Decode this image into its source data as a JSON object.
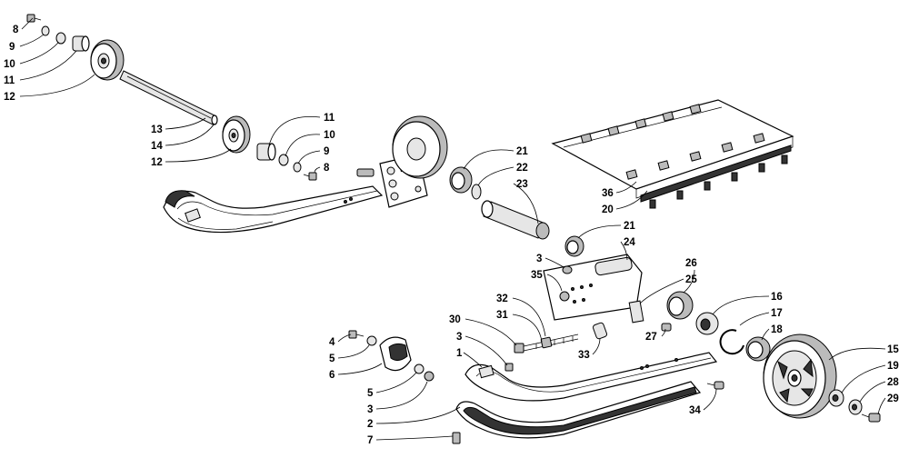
{
  "callouts": [
    {
      "id": "c8a",
      "text": "8"
    },
    {
      "id": "c9a",
      "text": "9"
    },
    {
      "id": "c10a",
      "text": "10"
    },
    {
      "id": "c11a",
      "text": "11"
    },
    {
      "id": "c12a",
      "text": "12"
    },
    {
      "id": "c13",
      "text": "13"
    },
    {
      "id": "c14",
      "text": "14"
    },
    {
      "id": "c12b",
      "text": "12"
    },
    {
      "id": "c11b",
      "text": "11"
    },
    {
      "id": "c10b",
      "text": "10"
    },
    {
      "id": "c9b",
      "text": "9"
    },
    {
      "id": "c8b",
      "text": "8"
    },
    {
      "id": "c21a",
      "text": "21"
    },
    {
      "id": "c22",
      "text": "22"
    },
    {
      "id": "c23",
      "text": "23"
    },
    {
      "id": "c36",
      "text": "36"
    },
    {
      "id": "c20",
      "text": "20"
    },
    {
      "id": "c21b",
      "text": "21"
    },
    {
      "id": "c24",
      "text": "24"
    },
    {
      "id": "c3a",
      "text": "3"
    },
    {
      "id": "c35",
      "text": "35"
    },
    {
      "id": "c26",
      "text": "26"
    },
    {
      "id": "c25",
      "text": "25"
    },
    {
      "id": "c16",
      "text": "16"
    },
    {
      "id": "c17",
      "text": "17"
    },
    {
      "id": "c18",
      "text": "18"
    },
    {
      "id": "c32",
      "text": "32"
    },
    {
      "id": "c31",
      "text": "31"
    },
    {
      "id": "c30",
      "text": "30"
    },
    {
      "id": "c3b",
      "text": "3"
    },
    {
      "id": "c1",
      "text": "1"
    },
    {
      "id": "c27",
      "text": "27"
    },
    {
      "id": "c33",
      "text": "33"
    },
    {
      "id": "c4",
      "text": "4"
    },
    {
      "id": "c5a",
      "text": "5"
    },
    {
      "id": "c6",
      "text": "6"
    },
    {
      "id": "c5b",
      "text": "5"
    },
    {
      "id": "c3c",
      "text": "3"
    },
    {
      "id": "c2",
      "text": "2"
    },
    {
      "id": "c7",
      "text": "7"
    },
    {
      "id": "c34",
      "text": "34"
    },
    {
      "id": "c15",
      "text": "15"
    },
    {
      "id": "c19",
      "text": "19"
    },
    {
      "id": "c28",
      "text": "28"
    },
    {
      "id": "c29",
      "text": "29"
    }
  ]
}
